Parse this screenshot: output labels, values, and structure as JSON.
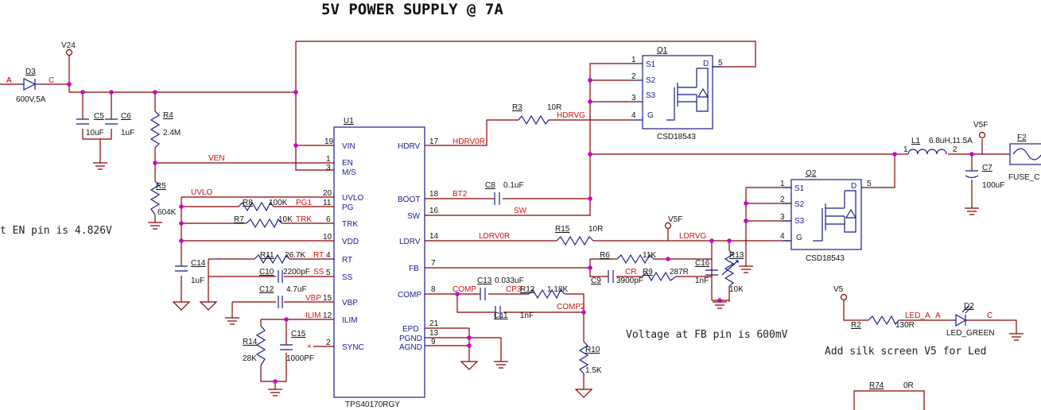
{
  "title": "5V POWER SUPPLY @ 7A",
  "notes": {
    "en_pin": "t EN pin is 4.826V",
    "fb_pin": "Voltage at FB pin is 600mV",
    "silk": "Add silk screen V5 for Led"
  },
  "u1": {
    "ref": "U1",
    "part": "TPS40170RGY",
    "pins": [
      {
        "num": "19",
        "name": "VIN"
      },
      {
        "num": "1",
        "name": "EN"
      },
      {
        "num": "3",
        "name": "M/S"
      },
      {
        "num": "20",
        "name": "UVLO"
      },
      {
        "num": "11",
        "name": "PG"
      },
      {
        "num": "6",
        "name": "TRK"
      },
      {
        "num": "10",
        "name": "VDD"
      },
      {
        "num": "4",
        "name": "RT"
      },
      {
        "num": "5",
        "name": "SS"
      },
      {
        "num": "15",
        "name": "VBP"
      },
      {
        "num": "12",
        "name": "ILIM"
      },
      {
        "num": "2",
        "name": "SYNC"
      },
      {
        "num": "17",
        "name": "HDRV"
      },
      {
        "num": "18",
        "name": "BOOT"
      },
      {
        "num": "16",
        "name": "SW"
      },
      {
        "num": "14",
        "name": "LDRV"
      },
      {
        "num": "7",
        "name": "FB"
      },
      {
        "num": "8",
        "name": "COMP"
      },
      {
        "num": "21",
        "name": "EPD"
      },
      {
        "num": "13",
        "name": "PGND"
      },
      {
        "num": "9",
        "name": "AGND"
      }
    ]
  },
  "q1": {
    "ref": "Q1",
    "part": "CSD18543",
    "pins": [
      "S1",
      "S2",
      "S3",
      "G",
      "D"
    ],
    "nums": [
      "1",
      "2",
      "3",
      "4",
      "5"
    ]
  },
  "q2": {
    "ref": "Q2",
    "part": "CSD18543",
    "pins": [
      "S1",
      "S2",
      "S3",
      "G",
      "D"
    ],
    "nums": [
      "1",
      "2",
      "3",
      "4",
      "5"
    ]
  },
  "parts": {
    "d3": {
      "ref": "D3",
      "value": "600V,5A",
      "a": "A",
      "c": "C"
    },
    "c5": {
      "ref": "C5",
      "value": "10uF"
    },
    "c6": {
      "ref": "C6",
      "value": "1uF"
    },
    "r4": {
      "ref": "R4",
      "value": "2.4M"
    },
    "r5": {
      "ref": "R5",
      "value": "604K"
    },
    "c14": {
      "ref": "C14",
      "value": "1uF"
    },
    "r8": {
      "ref": "R8",
      "value": "100K"
    },
    "r7": {
      "ref": "R7",
      "value": "10K"
    },
    "r11": {
      "ref": "R11",
      "value": "26.7K"
    },
    "c10": {
      "ref": "C10",
      "value": "2200pF"
    },
    "c12": {
      "ref": "C12",
      "value": "4.7uF"
    },
    "r14": {
      "ref": "R14",
      "value": "28K"
    },
    "c15": {
      "ref": "C15",
      "value": "1000PF"
    },
    "r3": {
      "ref": "R3",
      "value": "10R"
    },
    "c8": {
      "ref": "C8",
      "value": "0.1uF"
    },
    "r15": {
      "ref": "R15",
      "value": "10R"
    },
    "r6": {
      "ref": "R6",
      "value": "11K"
    },
    "c9": {
      "ref": "C9",
      "value": "3900pF"
    },
    "r9": {
      "ref": "R9",
      "value": "287R"
    },
    "c16": {
      "ref": "C16",
      "value": "1nF"
    },
    "r13": {
      "ref": "R13",
      "value": "10K"
    },
    "c13": {
      "ref": "C13",
      "value": "0.033uF"
    },
    "r12": {
      "ref": "R12",
      "value": "1.18K"
    },
    "c11": {
      "ref": "C11",
      "value": "1nF"
    },
    "r10": {
      "ref": "R10",
      "value": "1.5K"
    },
    "l1": {
      "ref": "L1",
      "value": "6.8uH,11.5A",
      "p1": "1",
      "p2": "2"
    },
    "c7": {
      "ref": "C7",
      "value": "100uF"
    },
    "f2": {
      "ref": "F2",
      "value": "FUSE_C"
    },
    "r2": {
      "ref": "R2",
      "value": "130R"
    },
    "d2": {
      "ref": "D2",
      "value": "LED_GREEN",
      "a": "A",
      "c": "C"
    },
    "r74": {
      "ref": "R74",
      "value": "0R"
    }
  },
  "nets": {
    "v24": "V24",
    "v5f_a": "V5F",
    "v5f_b": "V5F",
    "v5": "V5",
    "a": "A",
    "ven": "VEN",
    "uvlo": "UVLO",
    "pg1": "PG1",
    "trk": "TRK",
    "rt": "RT",
    "ss": "SS",
    "vbp": "VBP",
    "ilim": "ILIM",
    "hdrv0r": "HDRV0R",
    "hdrvg": "HDRVG",
    "bt2": "BT2",
    "sw": "SW",
    "ldrv0r": "LDRV0R",
    "ldrvg": "LDRVG",
    "comp": "COMP",
    "cp3": "CP3",
    "comp2": "COMP2",
    "cr": "CR",
    "led_a": "LED_A"
  }
}
